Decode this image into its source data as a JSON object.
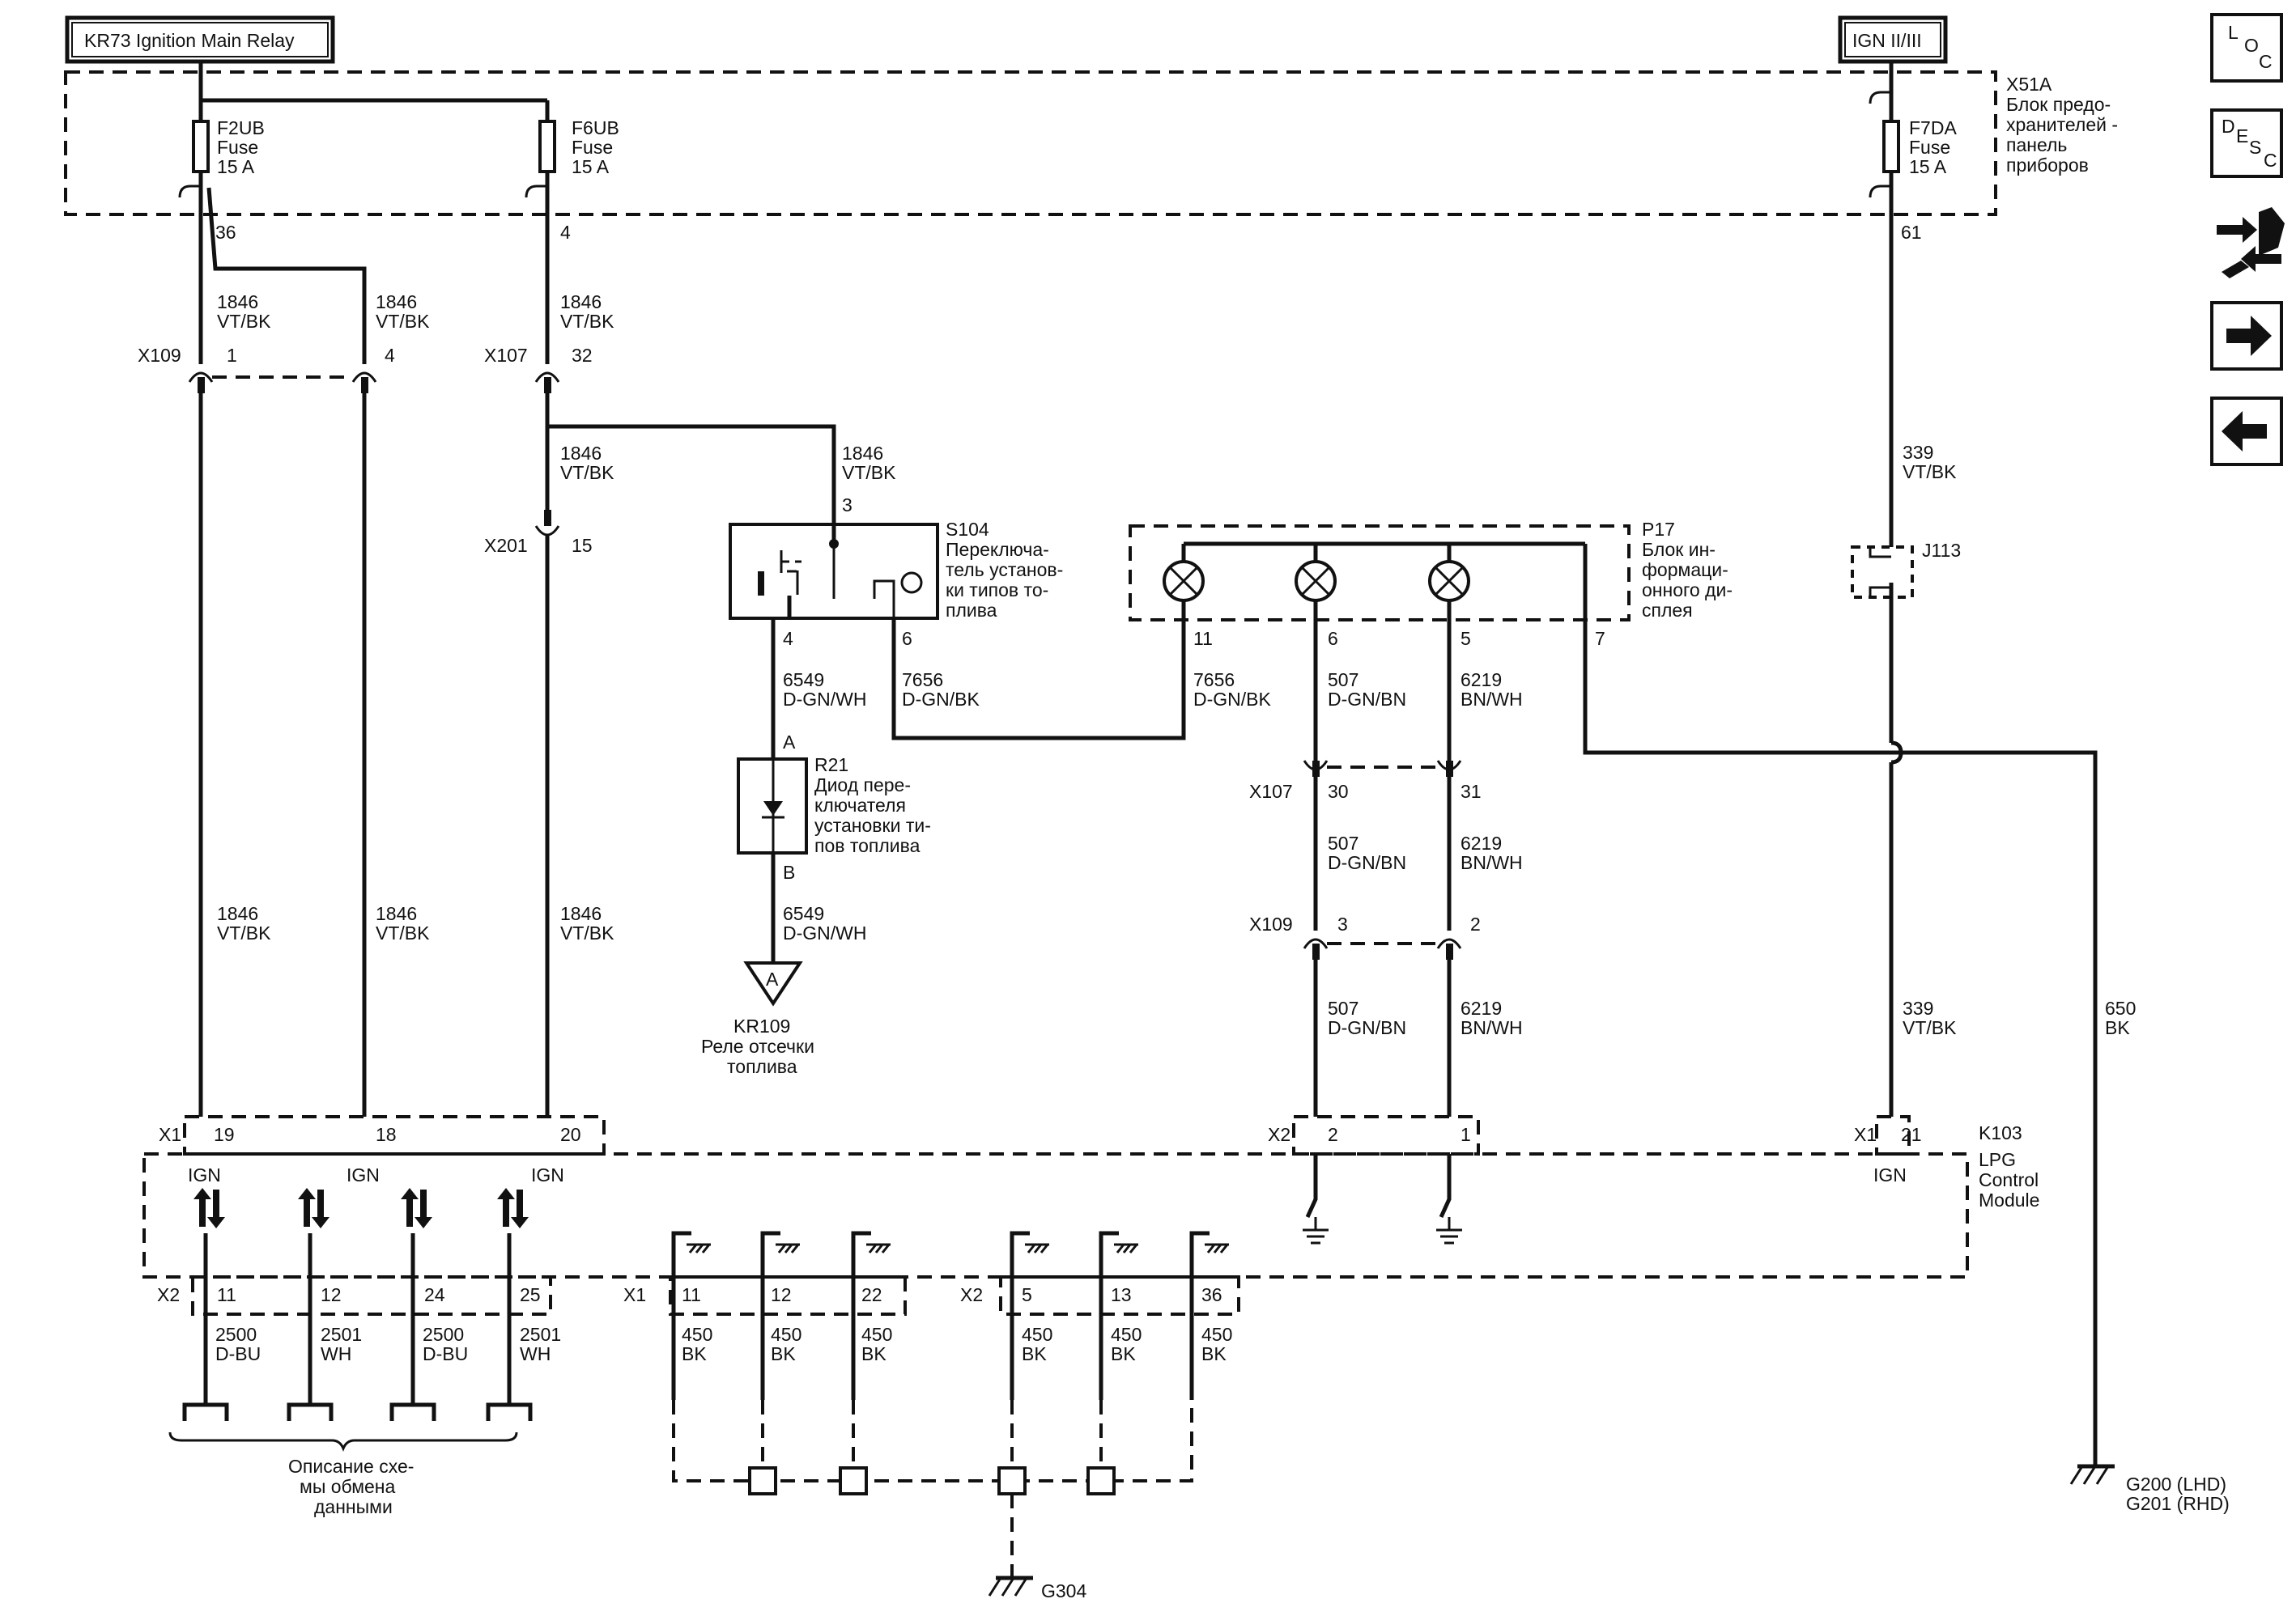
{
  "headers": {
    "relay": "KR73 Ignition Main Relay",
    "ign": "IGN II/III"
  },
  "fusebox": {
    "id": "X51A",
    "desc": [
      "Блок предо-",
      "хранителей -",
      "панель",
      "приборов"
    ]
  },
  "fuses": [
    {
      "name": "F2UB",
      "type": "Fuse",
      "rating": "15 A",
      "pin": "36"
    },
    {
      "name": "F6UB",
      "type": "Fuse",
      "rating": "15 A",
      "pin": "4"
    },
    {
      "name": "F7DA",
      "type": "Fuse",
      "rating": "15 A",
      "pin": "61"
    }
  ],
  "wires": {
    "w1846": "1846",
    "w1846c": "VT/BK",
    "w339": "339",
    "w339c": "VT/BK",
    "w6549": "6549",
    "w6549c": "D-GN/WH",
    "w7656": "7656",
    "w7656c": "D-GN/BK",
    "w507": "507",
    "w507c": "D-GN/BN",
    "w6219": "6219",
    "w6219c": "BN/WH",
    "w650": "650",
    "w650c": "BK",
    "w450": "450",
    "w450c": "BK",
    "w2500": "2500",
    "w2500c": "D-BU",
    "w2501": "2501",
    "w2501c": "WH"
  },
  "connectors": {
    "x109": "X109",
    "x107": "X107",
    "x201": "X201",
    "x1": "X1",
    "x2": "X2",
    "p1": "1",
    "p4": "4",
    "p32": "32",
    "p15": "15",
    "p30": "30",
    "p31": "31",
    "p3": "3",
    "p2": "2",
    "p19": "19",
    "p18": "18",
    "p20": "20",
    "p21": "21",
    "p2b": "2",
    "p1b": "1"
  },
  "s104": {
    "id": "S104",
    "desc": [
      "Переключа-",
      "тель установ-",
      "ки типов то-",
      "плива"
    ],
    "pin3": "3",
    "pin4": "4",
    "pin6": "6"
  },
  "r21": {
    "id": "R21",
    "desc": [
      "Диод пере-",
      "ключателя",
      "установки ти-",
      "пов топлива"
    ],
    "pinA": "A",
    "pinB": "B"
  },
  "kr109": {
    "flag": "A",
    "id": "KR109",
    "desc": [
      "Реле отсечки",
      "топлива"
    ]
  },
  "p17": {
    "id": "P17",
    "desc": [
      "Блок ин-",
      "формаци-",
      "онного ди-",
      "сплея"
    ],
    "pins": [
      "11",
      "6",
      "5",
      "7"
    ]
  },
  "j113": {
    "id": "J113"
  },
  "k103": {
    "id": "K103",
    "desc": [
      "LPG",
      "Control",
      "Module"
    ],
    "ign": "IGN"
  },
  "bottom_pins": {
    "x2a": [
      "11",
      "12",
      "24",
      "25"
    ],
    "x1b": [
      "11",
      "12",
      "22"
    ],
    "x2c": [
      "5",
      "13",
      "36"
    ]
  },
  "data_desc": [
    "Описание схе-",
    "мы обмена",
    "данными"
  ],
  "grounds": {
    "g304": "G304",
    "g200": "G200 (LHD)",
    "g201": "G201 (RHD)"
  },
  "nav": {
    "loc": [
      "L",
      "O",
      "C"
    ],
    "desc": [
      "D",
      "E",
      "S",
      "C"
    ]
  }
}
